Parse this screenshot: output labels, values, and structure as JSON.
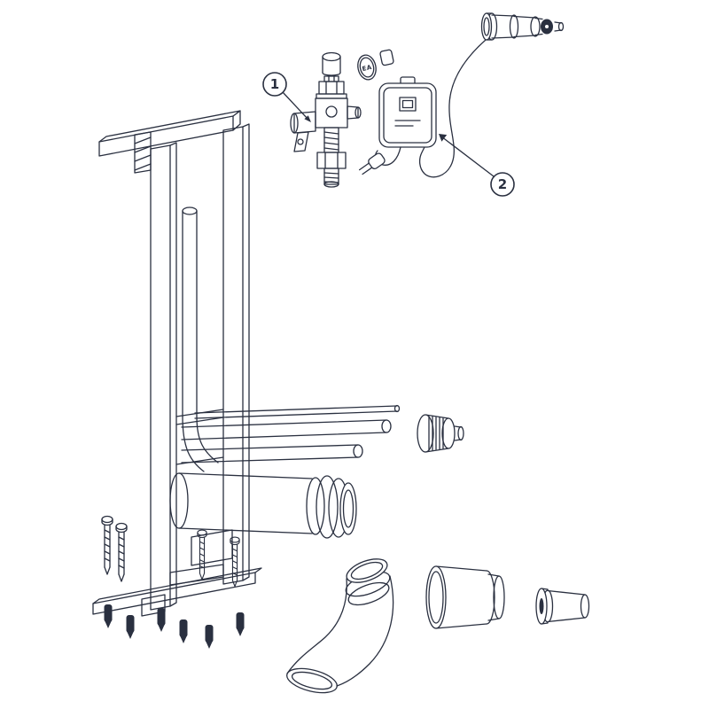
{
  "diagram": {
    "callouts": [
      {
        "label": "1"
      },
      {
        "label": "2"
      }
    ],
    "badge_text": "EA",
    "colors": {
      "line": "#2a3040",
      "background": "#ffffff"
    }
  }
}
